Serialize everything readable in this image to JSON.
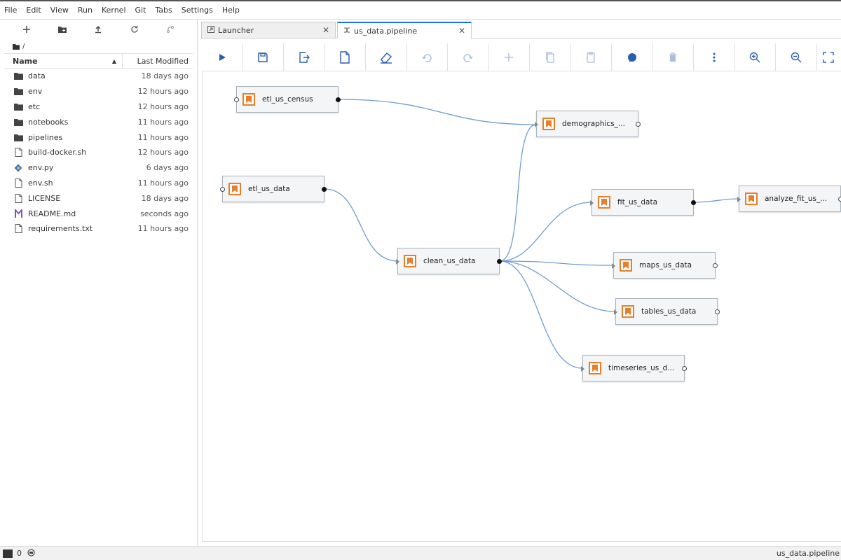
{
  "menu": [
    "File",
    "Edit",
    "View",
    "Run",
    "Kernel",
    "Git",
    "Tabs",
    "Settings",
    "Help"
  ],
  "file_browser": {
    "toolbar_icons": [
      "new-launcher-icon",
      "new-folder-icon",
      "upload-icon",
      "refresh-icon",
      "git-clone-icon"
    ],
    "breadcrumb": "/",
    "columns": {
      "name": "Name",
      "modified": "Last Modified"
    },
    "files": [
      {
        "name": "data",
        "modified": "18 days ago",
        "icon": "folder-icon"
      },
      {
        "name": "env",
        "modified": "12 hours ago",
        "icon": "folder-icon"
      },
      {
        "name": "etc",
        "modified": "12 hours ago",
        "icon": "folder-icon"
      },
      {
        "name": "notebooks",
        "modified": "11 hours ago",
        "icon": "folder-icon"
      },
      {
        "name": "pipelines",
        "modified": "11 hours ago",
        "icon": "folder-icon"
      },
      {
        "name": "build-docker.sh",
        "modified": "12 hours ago",
        "icon": "file-icon"
      },
      {
        "name": "env.py",
        "modified": "6 days ago",
        "icon": "python-icon"
      },
      {
        "name": "env.sh",
        "modified": "11 hours ago",
        "icon": "file-icon"
      },
      {
        "name": "LICENSE",
        "modified": "18 days ago",
        "icon": "file-icon"
      },
      {
        "name": "README.md",
        "modified": "seconds ago",
        "icon": "markdown-icon"
      },
      {
        "name": "requirements.txt",
        "modified": "11 hours ago",
        "icon": "file-icon"
      }
    ]
  },
  "tabs": [
    {
      "label": "Launcher",
      "active": false
    },
    {
      "label": "us_data.pipeline",
      "active": true
    }
  ],
  "pipeline_toolbar": [
    "run-icon",
    "save-icon",
    "export-icon",
    "clear-icon",
    "eraser-icon",
    "undo-icon",
    "redo-icon",
    "add-icon",
    "copy-icon",
    "paste-icon",
    "comment-icon",
    "delete-icon",
    "more-icon",
    "zoom-in-icon",
    "zoom-out-icon",
    "fit-icon"
  ],
  "nodes": {
    "etl_us_census": "etl_us_census",
    "demographics": "demographics_...",
    "etl_us_data": "etl_us_data",
    "fit_us_data": "fit_us_data",
    "analyze_fit": "analyze_fit_us_...",
    "clean_us_data": "clean_us_data",
    "maps_us_data": "maps_us_data",
    "tables_us_data": "tables_us_data",
    "timeseries": "timeseries_us_d..."
  },
  "status": {
    "kernel_count": "0",
    "active_file": "us_data.pipeline"
  },
  "colors": {
    "node_icon_accent": "#e87e2a",
    "toolbar_blue": "#2a5db0",
    "link_color": "#6f9ccf"
  }
}
